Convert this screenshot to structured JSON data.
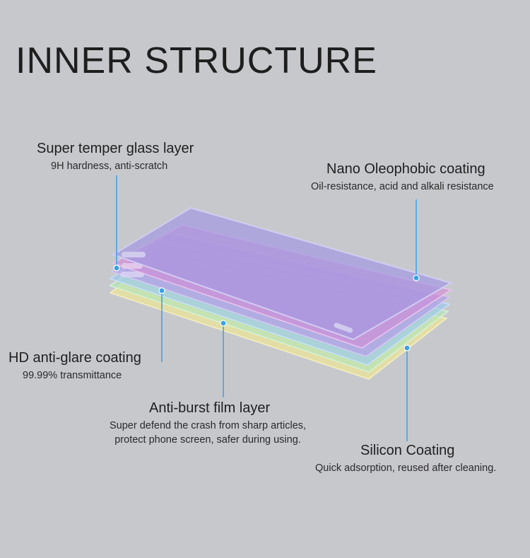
{
  "title": "INNER STRUCTURE",
  "layers": [
    {
      "key": "glass",
      "name": "Super temper glass layer",
      "desc": [
        "9H hardness, anti-scratch"
      ]
    },
    {
      "key": "nano",
      "name": "Nano Oleophobic coating",
      "desc": [
        "Oil-resistance, acid and alkali resistance"
      ]
    },
    {
      "key": "antiglare",
      "name": "HD anti-glare coating",
      "desc": [
        "99.99% transmittance"
      ]
    },
    {
      "key": "burst",
      "name": "Anti-burst film layer",
      "desc": [
        "Super defend the crash from sharp articles,",
        "protect phone screen, safer during using."
      ]
    },
    {
      "key": "silicon",
      "name": "Silicon Coating",
      "desc": [
        "Quick adsorption, reused after cleaning."
      ]
    }
  ],
  "colors": {
    "background": "#c7c8cc",
    "pointer": "#3aa0e8",
    "layer_glass": "#a59ae0",
    "layer_pink": "#d28ad6",
    "layer_violet": "#b49ae6",
    "layer_blue": "#9ec8ee",
    "layer_green": "#b6e4b8",
    "layer_yellow": "#ece49a"
  }
}
